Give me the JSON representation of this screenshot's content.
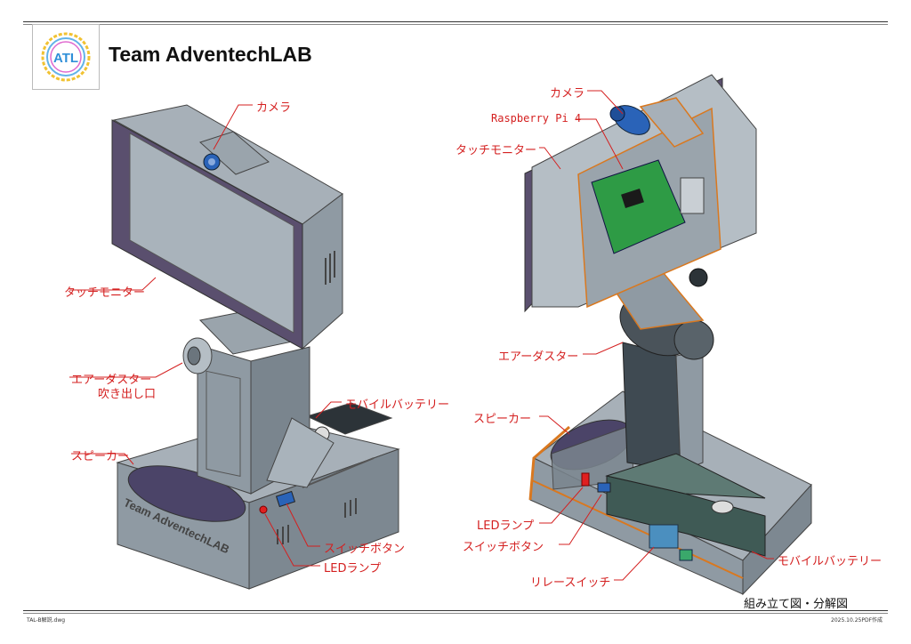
{
  "header": {
    "logo_text": "ATL",
    "title": "Team AdventechLAB"
  },
  "left_view": {
    "labels": {
      "camera": "カメラ",
      "touch_monitor": "タッチモニター",
      "air_duster_outlet_line1": "エアーダスター",
      "air_duster_outlet_line2": "吹き出し口",
      "mobile_battery": "モバイルバッテリー",
      "speaker": "スピーカー",
      "switch_button": "スイッチボタン",
      "led_lamp": "LEDランプ"
    },
    "base_engraving": "Team AdventechLAB"
  },
  "right_view": {
    "labels": {
      "camera": "カメラ",
      "raspberry_pi": "Raspberry Pi 4",
      "touch_monitor": "タッチモニター",
      "air_duster": "エアーダスター",
      "speaker": "スピーカー",
      "led_lamp": "LEDランプ",
      "switch_button": "スイッチボタン",
      "relay_switch": "リレースイッチ",
      "mobile_battery": "モバイルバッテリー"
    }
  },
  "footer": {
    "caption": "組み立て図・分解図",
    "file_name": "TAL-B解説.dwg",
    "date_note": "2025.10.25PDF作成"
  },
  "colors": {
    "label": "#d42020",
    "body_gray": "#8f9aa3",
    "screen": "#a9b3bb",
    "bezel": "#5a4f6e",
    "pcb": "#2e9b45",
    "camera": "#2a63b8",
    "battery": "#3f5a55",
    "orange_edge": "#d9781f",
    "speaker_grille": "#4b4468"
  }
}
